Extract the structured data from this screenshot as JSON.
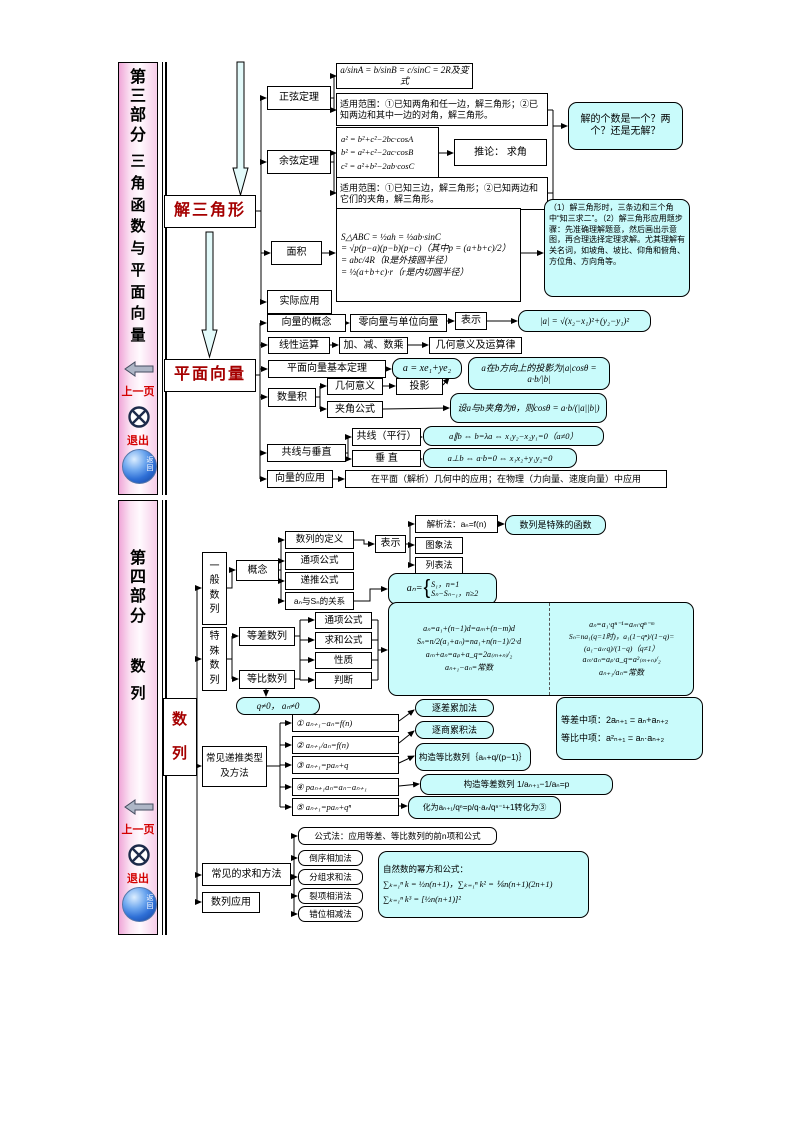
{
  "nav": {
    "prev": "上一页",
    "exit": "退出",
    "back": "返回"
  },
  "p3": {
    "sidebar_title": "第三部分",
    "sidebar_subtitle": "三角函数与平面向量",
    "root": "解三角形",
    "sine_label": "正弦定理",
    "sine_formula": "a/sinA = b/sinB = c/sinC = 2R及变式",
    "sine_scope": "适用范围：①已知两角和任一边，解三角形；②已知两边和其中一边的对角，解三角形。",
    "cos_label": "余弦定理",
    "cos_f": [
      "a² = b²+c²−2bc·cosA",
      "b² = a²+c²−2ac·cosB",
      "c² = a²+b²−2ab·cosC"
    ],
    "cos_corollary": "推论： 求角",
    "cos_scope": "适用范围：①已知三边，解三角形；②已知两边和它们的夹角，解三角形。",
    "question": "解的个数是一个？两个？还是无解？",
    "area_label": "面积",
    "area_f": [
      "S△ABC = ½ah = ½ab·sinC",
      "= √p(p−a)(p−b)(p−c)（其中p = (a+b+c)/2）",
      "= abc/4R（R是外接圆半径）",
      "= ½(a+b+c)·r（r是内切圆半径）"
    ],
    "practical": "实际应用",
    "tips": "（1）解三角形时，三条边和三个角中“知三求二”。（2）解三角形应用题步骤：先准确理解题意，然后画出示意图，再合理选择定理求解。尤其理解有关名词，如坡角、坡比、仰角和俯角、方位角、方向角等。",
    "vroot": "平面向量",
    "concept_label": "向量的概念",
    "zero_unit": "零向量与单位向量",
    "repr": "表示",
    "modulus": "|a| = √(x₂−x₁)²+(y₂−y₁)²",
    "linear_label": "线性运算",
    "linear_ops": "加、减、数乘",
    "linear_rule": "几何意义及运算律",
    "theorem_label": "平面向量基本定理",
    "theorem_formula": "a = xe₁+ye₂",
    "dot_label": "数量积",
    "dot_geo": "几何意义",
    "dot_proj": "投影",
    "dot_angle": "夹角公式",
    "proj_formula": "a在b方向上的投影为|a|cosθ = a·b/|b|",
    "angle_formula": "设a与b夹角为θ，则cosθ = a·b/(|a||b|)",
    "col_label": "共线与垂直",
    "parallel_label": "共线（平行）",
    "parallel_formula": "a∥b ⇔ b=λa ⇔ x₁y₂−x₂y₁=0（a≠0）",
    "perp_label": "垂 直",
    "perp_formula": "a⊥b ⇔ a·b=0 ⇔ x₁x₂+y₁y₂=0",
    "apply_label": "向量的应用",
    "apply_text": "在平面（解析）几何中的应用；在物理（力向量、速度向量）中应用"
  },
  "p4": {
    "sidebar_title": "第四部分",
    "sidebar_subtitle": "数列",
    "root": "数列",
    "general_label": "一般数列",
    "concept": "概念",
    "concept_items": [
      "数列的定义",
      "通项公式",
      "递推公式",
      "aₙ与Sₙ的关系"
    ],
    "repr": "表示",
    "repr_methods": [
      "解析法：aₙ=f(n)",
      "图象法",
      "列表法"
    ],
    "func_note": "数列是特殊的函数",
    "ansn_lhs": "aₙ=",
    "ansn_brace": "{",
    "ansn_cases": [
      "S₁，n=1",
      "Sₙ−Sₙ₋₁，n≥2"
    ],
    "special_label": "特殊数列",
    "arith": "等差数列",
    "geom": "等比数列",
    "props": [
      "通项公式",
      "求和公式",
      "性质",
      "判断"
    ],
    "arith_f": [
      "aₙ=a₁+(n−1)d=aₘ+(n−m)d",
      "Sₙ=n/2(a₁+aₙ)=na₁+n(n−1)/2·d",
      "aₘ+aₙ=aₚ+a_q=2a₍ₘ₊ₙ₎/₂",
      "aₙ₊₁−aₙ=常数"
    ],
    "geom_f": [
      "aₙ=a₁·qⁿ⁻¹=aₘ·qⁿ⁻ᵐ",
      "Sₙ=na₁(q=1时)，a₁(1−qⁿ)/(1−q)=(a₁−aₙ·q)/(1−q)（q≠1）",
      "aₘ·aₙ=aₚ·a_q=a²₍ₘ₊ₙ₎/₂",
      "aₙ₊₁/aₙ=常数"
    ],
    "mid_arith": "等差中项：2aₙ₊₁ = aₙ+aₙ₊₂",
    "mid_geom": "等比中项：a²ₙ₊₁ = aₙ·aₙ₊₂",
    "recur_cond": "q≠0， aₙ≠0",
    "recur_label1": "常见递推类型",
    "recur_label2": "及方法",
    "recur_types": [
      "① aₙ₊₁−aₙ=f(n)",
      "② aₙ₊₁/aₙ=f(n)",
      "③ aₙ₊₁=paₙ+q",
      "④ paₙ₊₁aₙ=aₙ−aₙ₊₁",
      "⑤ aₙ₊₁=paₙ+qⁿ"
    ],
    "recur_methods": [
      "逐差累加法",
      "逐商累积法",
      "构造等比数列｛aₙ+q/(p−1)｝",
      "构造等差数列 1/aₙ₊₁−1/aₙ=p",
      "化为aₙ₊₁/qⁿ=p/q·aₙ/qⁿ⁻¹+1转化为③"
    ],
    "sum_label": "常见的求和方法",
    "sum_formula": "公式法：应用等差、等比数列的前n项和公式",
    "sum_methods": [
      "倒序相加法",
      "分组求和法",
      "裂项相消法",
      "错位相减法"
    ],
    "app": "数列应用",
    "power_title": "自然数的幂方和公式：",
    "power_f": [
      "∑ₖ₌₁ⁿ k = ½n(n+1)，∑ₖ₌₁ⁿ k² = ⅙n(n+1)(2n+1)",
      "∑ₖ₌₁ⁿ k³ = [½n(n+1)]²"
    ]
  }
}
